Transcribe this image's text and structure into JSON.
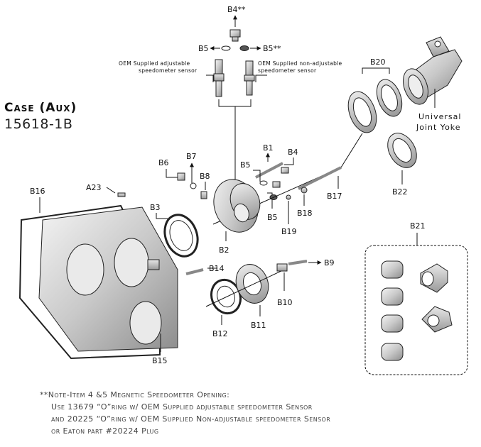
{
  "title": "Case (Aux)",
  "subtitle": "15618-1B",
  "callouts": {
    "B4_top": "B4**",
    "B5_left": "B5",
    "B5_right": "B5**",
    "B20": "B20",
    "universal_joint_yoke_line1": "Universal",
    "universal_joint_yoke_line2": "Joint Yoke",
    "B1": "B1",
    "B4": "B4",
    "B5_mid": "B5",
    "B6": "B6",
    "B7": "B7",
    "B8": "B8",
    "B3": "B3",
    "A23": "A23",
    "B16": "B16",
    "B17": "B17",
    "B18": "B18",
    "B5_low": "B5",
    "B19": "B19",
    "B2": "B2",
    "B22": "B22",
    "B21": "B21",
    "B14": "B14",
    "B9": "B9",
    "B10": "B10",
    "B12": "B12",
    "B11": "B11",
    "B15": "B15"
  },
  "sensor_labels": {
    "adjustable_line1": "OEM Supplied adjustable",
    "adjustable_line2": "speedometer sensor",
    "nonadjustable_line1": "OEM Supplied non-adjustable",
    "nonadjustable_line2": "speedometer sensor"
  },
  "note": {
    "line1": "**Note-Item 4 &5 Megnetic Speedometer Opening:",
    "line2": "Use 13679 “O”ring w/ OEM Supplied adjustable speedometer Sensor",
    "line3": "and 20225 “O”ring w/ OEM Supplied Non-adjustable speedometer Sensor",
    "line4": "or Eaton part #20224 Plug"
  }
}
